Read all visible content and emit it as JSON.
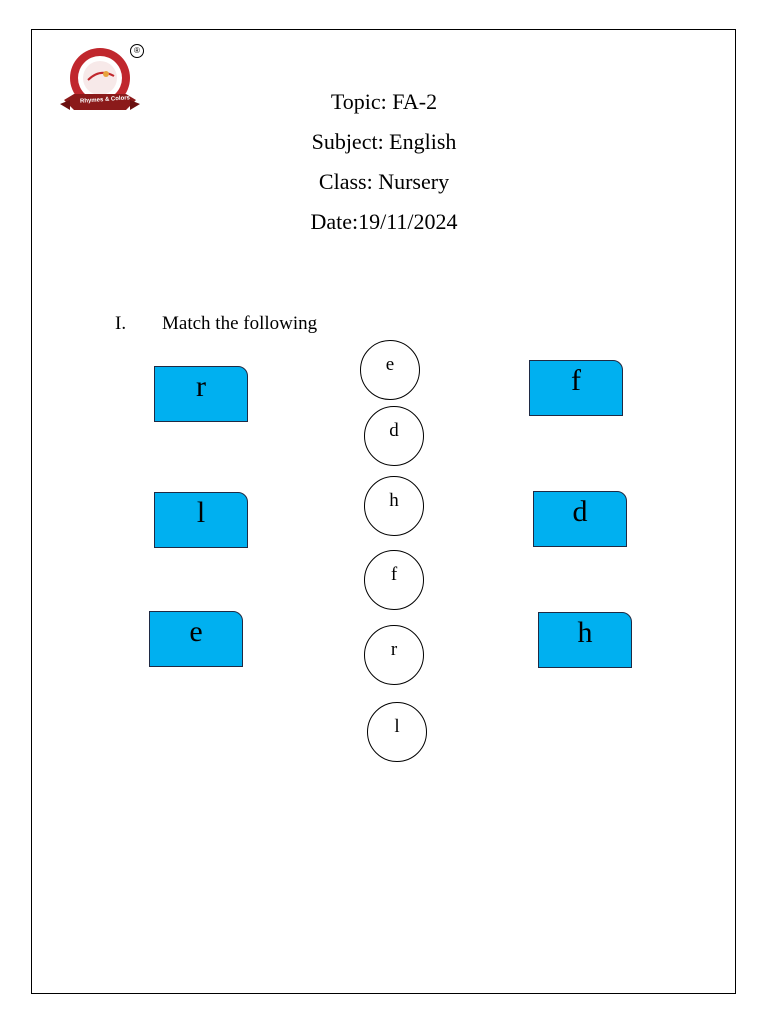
{
  "header": {
    "topic": "Topic: FA-2",
    "subject": "Subject: English",
    "class": "Class: Nursery",
    "date": "Date:19/11/2024"
  },
  "logo": {
    "ribbon_text": "Rhymes & Colors",
    "registered_mark": "®",
    "icon": "school-logo-icon",
    "colors": {
      "ring": "#b22222",
      "ribbon": "#8b1a1a",
      "ring_inner": "#ffffff"
    }
  },
  "question": {
    "number": "I.",
    "text": "Match the following"
  },
  "left_boxes": [
    "r",
    "l",
    "e"
  ],
  "right_boxes": [
    "f",
    "d",
    "h"
  ],
  "circles": [
    "e",
    "d",
    "h",
    "f",
    "r",
    "l"
  ],
  "colors": {
    "box_fill": "#00b0f0",
    "box_border": "#1f2a44"
  }
}
